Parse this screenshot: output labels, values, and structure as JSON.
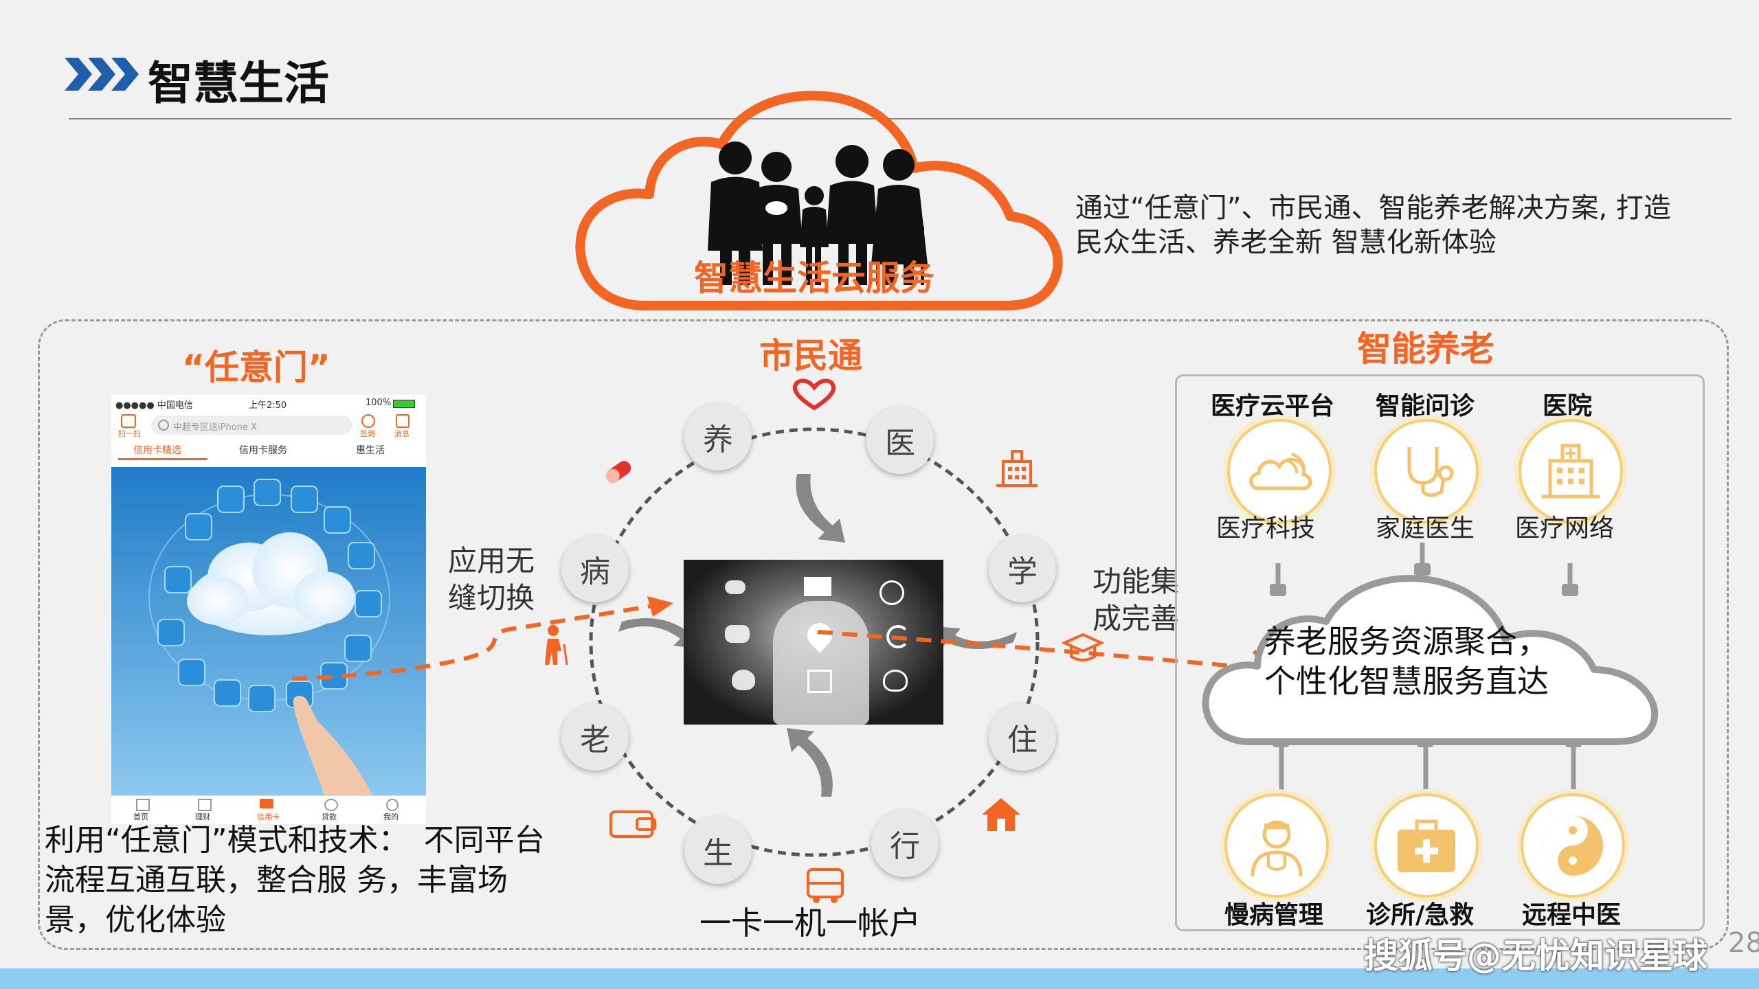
{
  "slide": {
    "title": "智慧生活",
    "description": "通过“任意门”、市民通、智能养老解决方案,  打造民众生活、养老全新 智慧化新体验",
    "cloud_title": "智慧生活云服务",
    "page_number": "28",
    "watermark": "搜狐号@无忧知识星球"
  },
  "renyimen": {
    "title": "“任意门”",
    "phone": {
      "carrier": "●●●●● 中国电信",
      "time": "上午2:50",
      "battery": "100%",
      "search_placeholder": "中超专区送iPhone X",
      "scan": "扫一扫",
      "checkin": "签到",
      "message": "消息",
      "tabs": [
        "信用卡精选",
        "信用卡服务",
        "惠生活"
      ],
      "bottom_tabs": [
        "首页",
        "理财",
        "信用卡",
        "贷款",
        "我的"
      ]
    },
    "note": "利用“任意门”模式和技术：　不同平台流程互通互联，整合服 务，丰富场景，优化体验"
  },
  "shiminton": {
    "title": "市民通",
    "nodes": [
      "养",
      "医",
      "学",
      "住",
      "行",
      "生",
      "老",
      "病"
    ],
    "left_note": "应用无缝切换",
    "right_note": "功能集成完善",
    "bottom_note": "一卡一机一帐户"
  },
  "elderly": {
    "title": "智能养老",
    "top_services": [
      {
        "label": "医疗云平台",
        "sub": "医疗科技",
        "icon": "cloud-icon"
      },
      {
        "label": "智能问诊",
        "sub": "家庭医生",
        "icon": "stethoscope-icon"
      },
      {
        "label": "医院",
        "sub": "医疗网络",
        "icon": "hospital-icon"
      }
    ],
    "cloud_text": [
      "养老服务资源聚合，",
      "个性化智慧服务直达"
    ],
    "bottom_services": [
      {
        "label": "慢病管理",
        "icon": "doctor-icon"
      },
      {
        "label": "诊所/急救",
        "icon": "first-aid-icon"
      },
      {
        "label": "远程中医",
        "icon": "yin-yang-icon"
      }
    ]
  },
  "colors": {
    "accent": "#f26522",
    "title_chevron": "#1f5ea8",
    "service_ring": "#f3cf7a"
  }
}
